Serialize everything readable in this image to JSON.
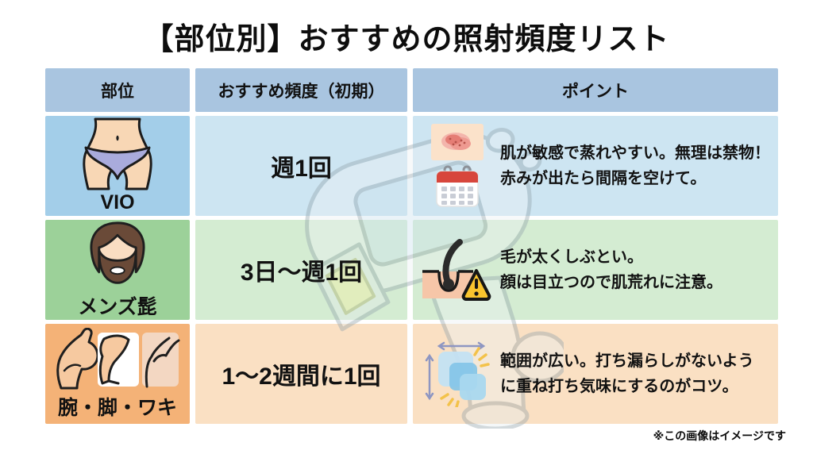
{
  "title": "【部位別】おすすめの照射頻度リスト",
  "footnote": "※この画像はイメージです",
  "colors": {
    "header_bg": "#a9c5e0",
    "row_vio_part_bg": "#a3cee9",
    "row_vio_cell_bg": "#cde5f2",
    "row_beard_part_bg": "#9cd199",
    "row_beard_cell_bg": "#d4ecd2",
    "row_limbs_part_bg": "#f4b277",
    "row_limbs_cell_bg": "#fae0c3",
    "text": "#111111",
    "calendar_red": "#d7463c",
    "warning_yellow": "#f9c42e",
    "skin_tone": "#f8d7b5",
    "coverage_blue": "#82c4e8"
  },
  "table": {
    "headers": [
      {
        "label": "部位"
      },
      {
        "label": "おすすめ頻度（初期）"
      },
      {
        "label": "ポイント"
      }
    ],
    "rows": [
      {
        "part": "VIO",
        "part_icon": "vio-underwear-icon",
        "frequency": "週1回",
        "point_icons": [
          "skin-redness-icon",
          "calendar-icon"
        ],
        "point_line1": "肌が敏感で蒸れやすい。無理は禁物！",
        "point_line2": "赤みが出たら間隔を空けて。"
      },
      {
        "part": "メンズ髭",
        "part_icon": "bearded-man-icon",
        "frequency": "3日〜週1回",
        "point_icons": [
          "hair-follicle-warning-icon"
        ],
        "point_line1": "毛が太くしぶとい。",
        "point_line2": "顔は目立つので肌荒れに注意。"
      },
      {
        "part": "腕・脚・ワキ",
        "part_icon": "arm-leg-armpit-icon",
        "frequency": "1〜2週間に1回",
        "point_icons": [
          "coverage-overlap-icon"
        ],
        "point_line1": "範囲が広い。打ち漏らしがないよう",
        "point_line2": "に重ね打ち気味にするのがコツ。"
      }
    ]
  },
  "watermark": {
    "name": "ipl-device-illustration"
  }
}
